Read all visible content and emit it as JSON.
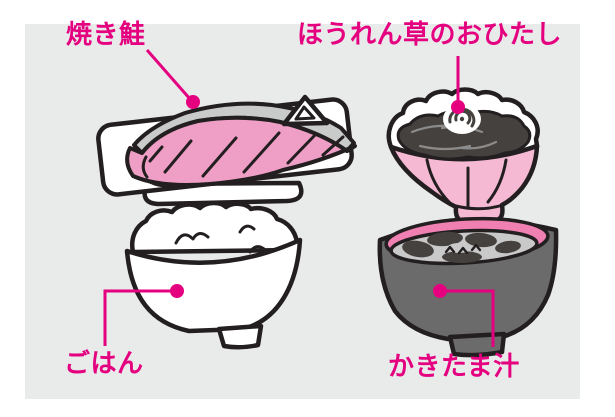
{
  "figure": {
    "items": [
      {
        "id": "grilled-salmon",
        "label": "焼き鮭"
      },
      {
        "id": "spinach-ohitashi",
        "label": "ほうれん草のおひたし"
      },
      {
        "id": "rice",
        "label": "ごはん"
      },
      {
        "id": "egg-drop-soup",
        "label": "かきたま汁"
      }
    ]
  },
  "colors": {
    "accent_magenta": "#e4007f",
    "background_panel": "#e9eaea",
    "outline_black": "#231f20",
    "salmon_pink": "#ef9ec5",
    "salmon_skin_gray": "#c9caca",
    "bowl_pink": "#f6b9d4",
    "soup_rim_pink": "#f07fb2",
    "soup_bowl_gray": "#6b6b6b",
    "soup_surface_gray": "#c9c9c9",
    "dark_food": "#45413e",
    "food_streak_gray": "#8b8b8b",
    "white": "#ffffff"
  }
}
